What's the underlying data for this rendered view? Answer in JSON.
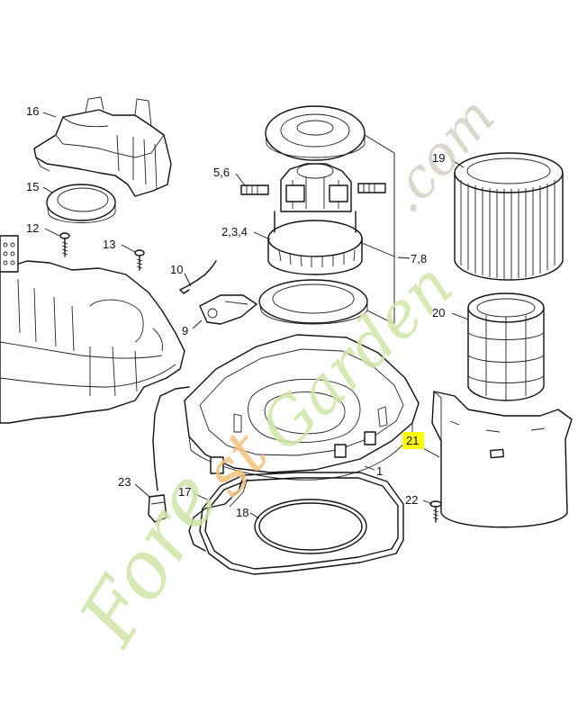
{
  "callouts": {
    "c16": "16",
    "c15": "15",
    "c12": "12",
    "c13": "13",
    "c56": "5,6",
    "c234": "2,3,4",
    "c10": "10",
    "c9": "9",
    "c19": "19",
    "c78": "7,8",
    "c20": "20",
    "c21": "21",
    "c1": "1",
    "c23": "23",
    "c17": "17",
    "c18": "18",
    "c22": "22"
  },
  "watermark": {
    "part1": "Fore",
    "part2": "st",
    "part3": "Garden",
    "part4": ".com"
  },
  "colors": {
    "highlight": "#ffff00",
    "watermark_green": "#cfe6a8",
    "watermark_orange": "#f3c27a",
    "watermark_grey": "#d4d0c4"
  }
}
